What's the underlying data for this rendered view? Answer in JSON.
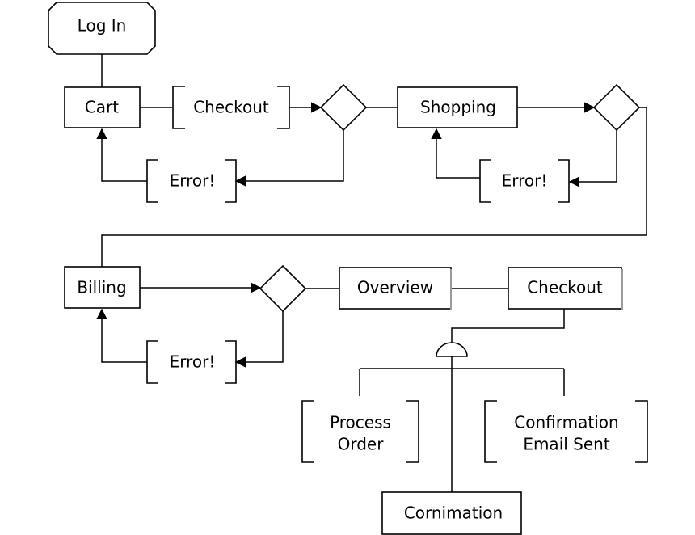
{
  "nodes": {
    "login": "Log In",
    "cart": "Cart",
    "checkout_1": "Checkout",
    "shopping": "Shopping",
    "error_1": "Error!",
    "error_2": "Error!",
    "billing": "Billing",
    "overview": "Overview",
    "checkout_2": "Checkout",
    "error_3": "Error!",
    "process_order_line1": "Process",
    "process_order_line2": "Order",
    "confirmation_email_line1": "Confirmation",
    "confirmation_email_line2": "Email Sent",
    "confirmation": "Cornimation"
  }
}
